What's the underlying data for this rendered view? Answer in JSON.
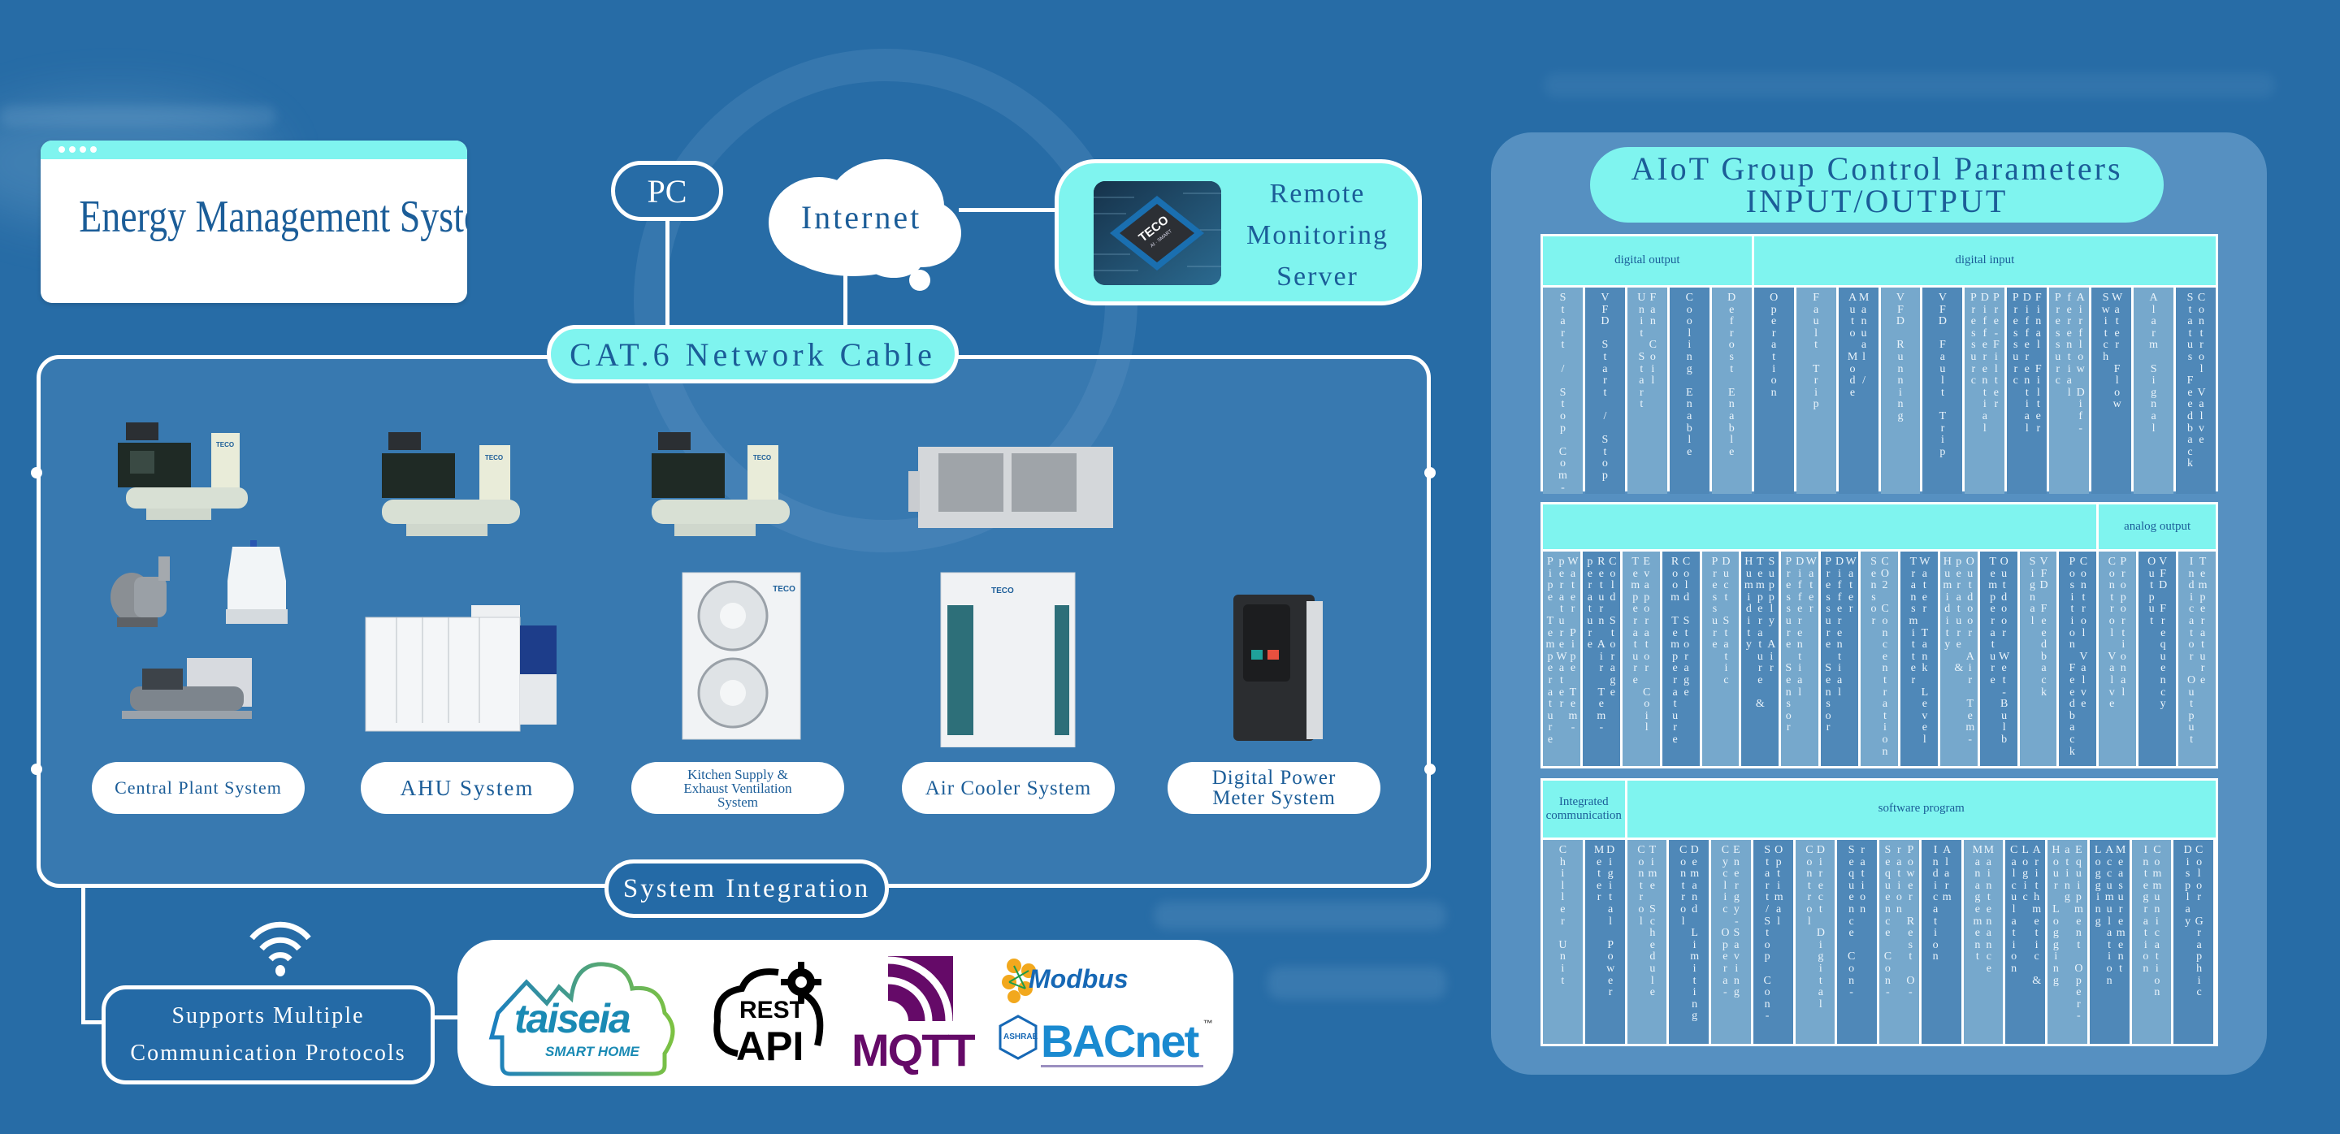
{
  "header": {
    "window_title": "Energy Management System",
    "pc_label": "PC",
    "internet_label": "Internet",
    "server_label": "Remote\nMonitoring\nServer",
    "server_chip_brand": "TECO",
    "server_chip_sub": "AI · SMART",
    "network_label": "CAT.6 Network Cable"
  },
  "devices": [
    {
      "label": "Central Plant System",
      "icon": "chiller-pump-tower-icon"
    },
    {
      "label": "AHU System",
      "icon": "ahu-unit-icon"
    },
    {
      "label": "Kitchen Supply &\nExhaust Ventilation\nSystem",
      "icon": "outdoor-fan-unit-icon"
    },
    {
      "label": "Air Cooler System",
      "icon": "air-cooler-icon"
    },
    {
      "label": "Digital Power\nMeter System",
      "icon": "vfd-drive-icon"
    }
  ],
  "equipment_brand": "TECO",
  "integration_label": "System Integration",
  "protocols": {
    "label": "Supports Multiple\nCommunication Protocols",
    "logos": [
      {
        "name": "taiseia",
        "text": "taiseia",
        "sub": "SMART HOME"
      },
      {
        "name": "rest-api",
        "text1": "REST",
        "text2": "API"
      },
      {
        "name": "mqtt",
        "text": "MQTT"
      },
      {
        "name": "modbus",
        "text": "Modbus"
      },
      {
        "name": "bacnet",
        "text": "BACnet",
        "tm": "™",
        "badge": "ASHRAE"
      }
    ]
  },
  "io_panel": {
    "title_line1": "AIoT Group Control Parameters",
    "title_line2": "INPUT/OUTPUT",
    "tables": [
      {
        "headers": [
          {
            "label": "digital output",
            "span": 5
          },
          {
            "label": "digital input",
            "span": 11
          }
        ],
        "columns": [
          [
            "Start / Stop Com-"
          ],
          [
            "VFD Start / Stop"
          ],
          [
            "Unit Start",
            "Fan Coil"
          ],
          [
            "Cooling Enable"
          ],
          [
            "Defrost Enable"
          ],
          [
            "Operation"
          ],
          [
            "Fault Trip"
          ],
          [
            "Auto Mode",
            "Manual /"
          ],
          [
            "VFD Running"
          ],
          [
            "VFD Fault Trip"
          ],
          [
            "Pressurc",
            "Differential",
            "Pre-Filter"
          ],
          [
            "Pressurc",
            "Differential",
            "Final Filter"
          ],
          [
            "Pressurc",
            "ferential",
            "Airflow Dif-"
          ],
          [
            "Switch",
            "Water Flow"
          ],
          [
            "Alarm Signal"
          ],
          [
            "Status Feedback",
            "Control Valve"
          ]
        ]
      },
      {
        "headers": [
          {
            "label": "",
            "span": 14
          },
          {
            "label": "analog output",
            "span": 3
          }
        ],
        "columns": [
          [
            "Pipe Temperature",
            "peratureWater",
            "Water Pipe Tem-"
          ],
          [
            "perature",
            "Return Air Tem-",
            "Cold Storage"
          ],
          [
            "Temperature",
            "Evaporator Coil"
          ],
          [
            "Room Temperature",
            "Cold Storage"
          ],
          [
            "Pressure",
            "Duct Static"
          ],
          [
            "Humidity",
            "Temperature &",
            "Supply Air"
          ],
          [
            "Pressure Sensor",
            "Differential",
            "Water"
          ],
          [
            "Pressure Sensor",
            "Differential",
            "Water"
          ],
          [
            "Sensor",
            "CO2 Concentration"
          ],
          [
            "Transmitter",
            "Water Tank Level"
          ],
          [
            "Humidity",
            "perature &",
            "Outdoor Air Tem-"
          ],
          [
            "Temperature",
            "Outdoor Wet-Bulb"
          ],
          [
            "Signal",
            "VFD Feedback"
          ],
          [
            "Position Feedback",
            "Control Valve"
          ],
          [
            "Control Valve",
            "Proportional"
          ],
          [
            "Output",
            "VFD Frequency"
          ],
          [
            "Indicator Output",
            "Temperature"
          ]
        ]
      },
      {
        "headers": [
          {
            "label": "Integrated\ncommunication",
            "span": 2
          },
          {
            "label": "software program",
            "span": 15
          }
        ],
        "columns": [
          [
            "Chiller Unit"
          ],
          [
            "Meter",
            "Digital Power"
          ],
          [
            "Control",
            "Time Schedule"
          ],
          [
            "Control",
            "Demand Limiting"
          ],
          [
            "Cyclic Opera-",
            "Energy-Saving"
          ],
          [
            "Start/Stop Con-",
            "Optimal"
          ],
          [
            "Control",
            "Direct Digital"
          ],
          [
            "Sequence Con-",
            "ration"
          ],
          [
            "Sequence Con-",
            "ration",
            "Power Rest O-"
          ],
          [
            "Indication",
            "Alarm"
          ],
          [
            "Management",
            "Maintenance"
          ],
          [
            "Calculation",
            "Logic",
            "Arithmetic &"
          ],
          [
            "Hour Logging",
            "ating",
            "Equipment Oper-"
          ],
          [
            "Logging",
            "Accumulation",
            "Measurement"
          ],
          [
            "Integration",
            "Communication"
          ],
          [
            "Display",
            "Color Graphic"
          ]
        ]
      }
    ]
  },
  "colors": {
    "background": "#276ca6",
    "accent_cyan": "#7ff4ef",
    "text_blue": "#1b5d98",
    "panel": "#4f88b8"
  }
}
